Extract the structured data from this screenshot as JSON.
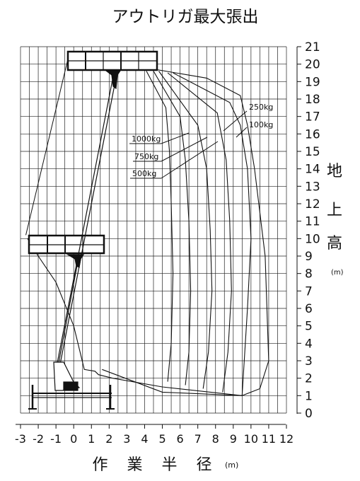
{
  "title": "アウトリガ最大張出",
  "x_axis": {
    "label": "作 業 半 径",
    "unit": "(m)",
    "ticks": [
      "-3",
      "-2",
      "-1",
      "0",
      "1",
      "2",
      "3",
      "4",
      "5",
      "6",
      "7",
      "8",
      "9",
      "10",
      "11",
      "12"
    ]
  },
  "y_axis": {
    "label_chars": [
      "地",
      "上",
      "高"
    ],
    "unit": "(m)",
    "ticks": [
      "0",
      "1",
      "2",
      "3",
      "4",
      "5",
      "6",
      "7",
      "8",
      "9",
      "10",
      "11",
      "12",
      "13",
      "14",
      "15",
      "16",
      "17",
      "18",
      "19",
      "20",
      "21"
    ]
  },
  "load_labels": {
    "l1000": "1000kg",
    "l750": "750kg",
    "l500": "500kg",
    "l250": "250kg",
    "l100": "100kg"
  },
  "chart_data": {
    "type": "line",
    "title": "アウトリガ最大張出",
    "xlabel": "作業半径 (m)",
    "ylabel": "地上高 (m)",
    "xlim": [
      -3,
      12
    ],
    "ylim": [
      0,
      21
    ],
    "grid": true,
    "series": [
      {
        "name": "1000kg",
        "x": [
          4.1,
          5.2,
          5.4,
          5.5,
          5.6,
          5.5,
          5.3
        ],
        "y": [
          19.6,
          17.5,
          15.0,
          12.0,
          8.0,
          4.0,
          1.8
        ]
      },
      {
        "name": "750kg",
        "x": [
          4.5,
          6.0,
          6.3,
          6.5,
          6.6,
          6.5,
          6.3
        ],
        "y": [
          19.6,
          17.0,
          14.5,
          11.0,
          7.0,
          3.5,
          1.6
        ]
      },
      {
        "name": "500kg",
        "x": [
          4.8,
          7.0,
          7.5,
          7.7,
          7.8,
          7.6,
          7.3
        ],
        "y": [
          19.6,
          16.5,
          14.0,
          10.5,
          7.0,
          3.5,
          1.4
        ]
      },
      {
        "name": "250kg",
        "x": [
          5.3,
          8.1,
          8.6,
          8.8,
          8.9,
          8.7,
          8.4
        ],
        "y": [
          19.5,
          17.2,
          14.5,
          11.0,
          7.0,
          3.5,
          1.2
        ]
      },
      {
        "name": "100kg",
        "x": [
          5.6,
          8.8,
          9.4,
          9.8,
          10.0,
          9.8,
          9.5,
          5.0,
          1.6
        ],
        "y": [
          19.5,
          17.8,
          16.5,
          14.0,
          10.0,
          6.0,
          1.0,
          1.2,
          2.5
        ]
      }
    ]
  }
}
